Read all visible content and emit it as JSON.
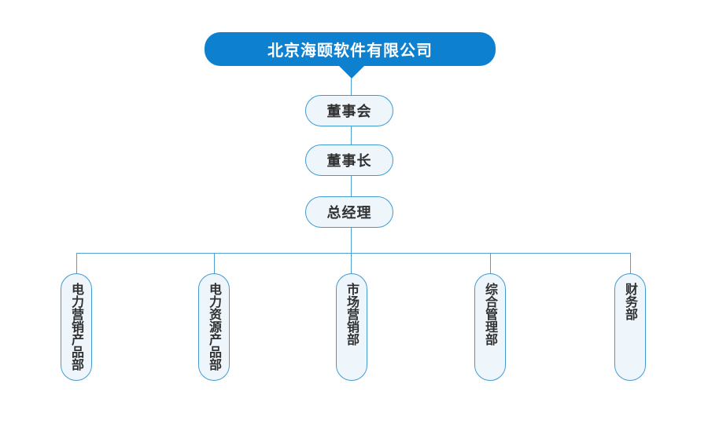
{
  "colors": {
    "root_bg": "#0d80cf",
    "root_text": "#ffffff",
    "node_fill": "#eef6fc",
    "node_border": "#3f9ad2",
    "connector": "#4f9fd4",
    "node_text": "#303030"
  },
  "org_chart": {
    "type": "org-tree",
    "root_label": "北京海颐软件有限公司",
    "chain": [
      {
        "label": "董事会"
      },
      {
        "label": "董事长"
      },
      {
        "label": "总经理"
      }
    ],
    "departments": [
      {
        "label": "电力营销产品部"
      },
      {
        "label": "电力资源产品部"
      },
      {
        "label": "市场营销部"
      },
      {
        "label": "综合管理部"
      },
      {
        "label": "财务部"
      }
    ]
  }
}
